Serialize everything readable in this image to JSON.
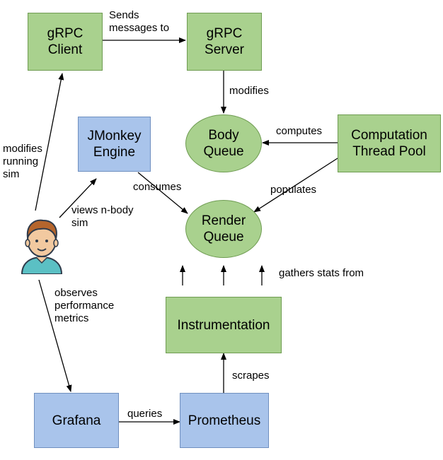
{
  "nodes": {
    "grpc_client": "gRPC\nClient",
    "grpc_server": "gRPC\nServer",
    "jmonkey": "JMonkey\nEngine",
    "body_queue": "Body\nQueue",
    "computation": "Computation\nThread Pool",
    "render_queue": "Render\nQueue",
    "instrumentation": "Instrumentation",
    "grafana": "Grafana",
    "prometheus": "Prometheus"
  },
  "edges": {
    "sends_messages": "Sends\nmessages to",
    "modifies": "modifies",
    "computes": "computes",
    "populates": "populates",
    "consumes": "consumes",
    "modifies_running_sim": "modifies\nrunning\nsim",
    "views_nbody": "views n-body\nsim",
    "gathers_stats": "gathers stats from",
    "observes": "observes\nperformance\nmetrics",
    "scrapes": "scrapes",
    "queries": "queries"
  },
  "colors": {
    "green_fill": "#a9d18e",
    "blue_fill": "#a9c4eb",
    "arrow": "#000000"
  },
  "icons": {
    "user": "user-avatar-icon"
  }
}
